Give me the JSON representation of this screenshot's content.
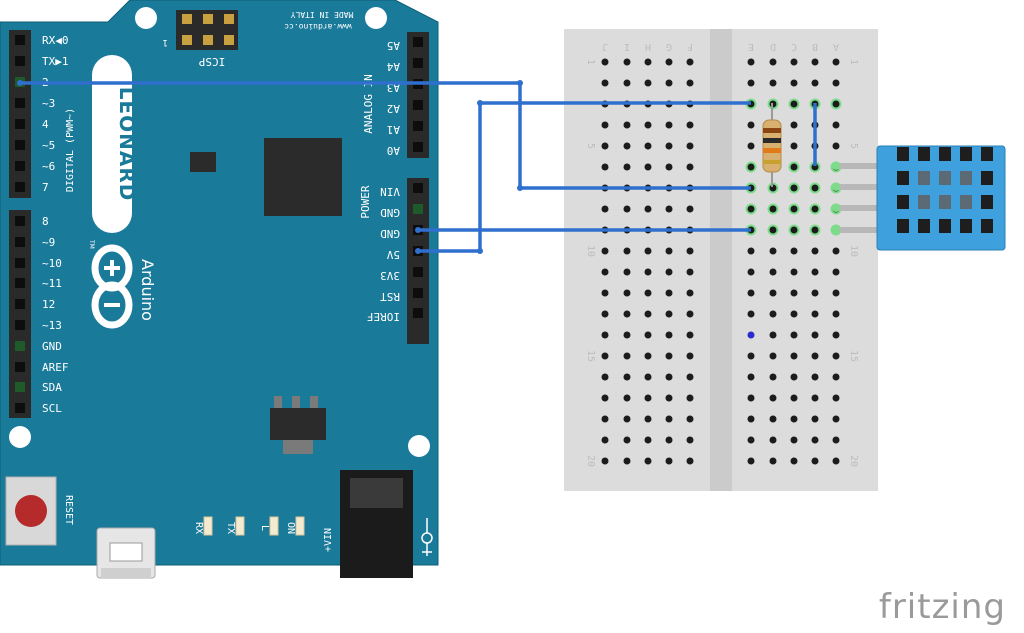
{
  "board": {
    "name": "LEONARD",
    "brand": "Arduino",
    "tm": "TM",
    "made_in": "MADE IN ITALY",
    "url": "www.arduino.cc",
    "icsp": "ICSP",
    "icsp_pin": "1",
    "digital_title": "DIGITAL (PWM~)",
    "analog_title": "ANALOG IN",
    "power_title": "POWER",
    "reset_label": "RESET",
    "digital_pins": [
      "RX◀0",
      "TX▶1",
      "2",
      "~3",
      "4",
      "~5",
      "~6",
      "7",
      "8",
      "~9",
      "~10",
      "~11",
      "12",
      "~13",
      "GND",
      "AREF",
      "SDA",
      "SCL"
    ],
    "analog_pins": [
      "A5",
      "A4",
      "A3",
      "A2",
      "A1",
      "A0"
    ],
    "power_pins": [
      "VIN",
      "GND",
      "GND",
      "5V",
      "3V3",
      "RST",
      "IOREF"
    ],
    "led_labels": [
      "RX",
      "TX",
      "L",
      "ON"
    ],
    "vin_label": "+VIN",
    "board_color": "#1a7a9a"
  },
  "breadboard": {
    "columns": [
      "J",
      "I",
      "H",
      "G",
      "F",
      "E",
      "D",
      "C",
      "B",
      "A"
    ],
    "row_numbers": [
      "1",
      "5",
      "10",
      "15",
      "20"
    ]
  },
  "components": {
    "resistor": "resistor",
    "sensor": "DHT temperature/humidity sensor",
    "sensor_color": "#3ea0dc"
  },
  "wire_color": "#2f6fce",
  "watermark": "fritzing"
}
